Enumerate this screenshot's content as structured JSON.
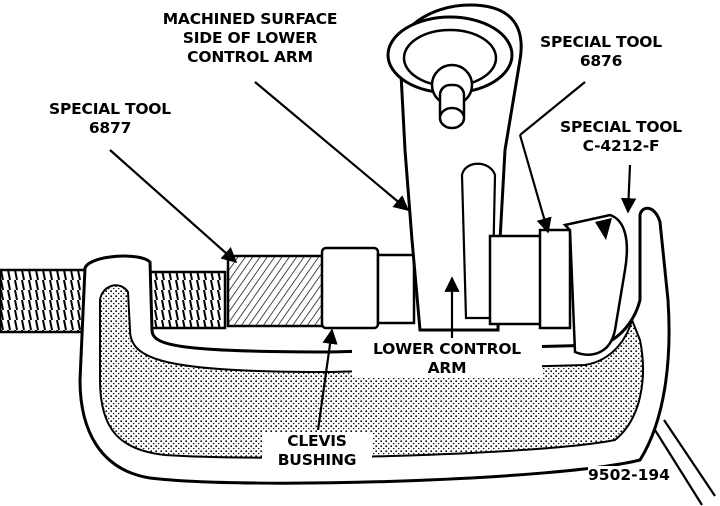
{
  "labels": {
    "machined_surface": [
      "MACHINED SURFACE",
      "SIDE OF LOWER",
      "CONTROL ARM"
    ],
    "special_tool_6877": [
      "SPECIAL TOOL",
      "6877"
    ],
    "special_tool_6876": [
      "SPECIAL TOOL",
      "6876"
    ],
    "special_tool_c4212f": [
      "SPECIAL TOOL",
      "C-4212-F"
    ],
    "lower_control_arm": [
      "LOWER CONTROL",
      "ARM"
    ],
    "clevis_bushing": [
      "CLEVIS",
      "BUSHING"
    ]
  },
  "figure_number": "9502-194"
}
